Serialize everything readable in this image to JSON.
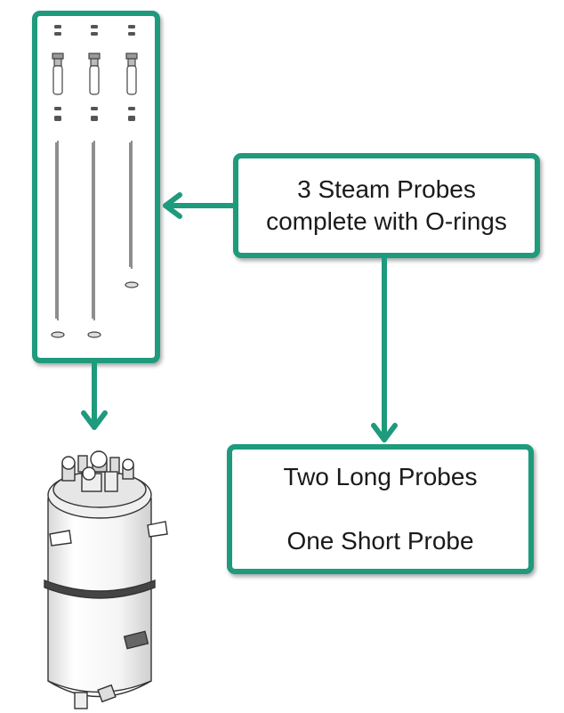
{
  "callouts": {
    "probes": {
      "line1": "3 Steam Probes",
      "line2": "complete with O-rings"
    },
    "probe_types": {
      "line1": "Two Long Probes",
      "line2": "One Short Probe"
    }
  },
  "colors": {
    "accent": "#1e9a7c",
    "text": "#1a1a1a",
    "drawing": "#333333"
  },
  "icons": {
    "probe": "steam-probe-icon",
    "cylinder": "steam-cylinder-icon",
    "arrow": "arrow-icon"
  }
}
